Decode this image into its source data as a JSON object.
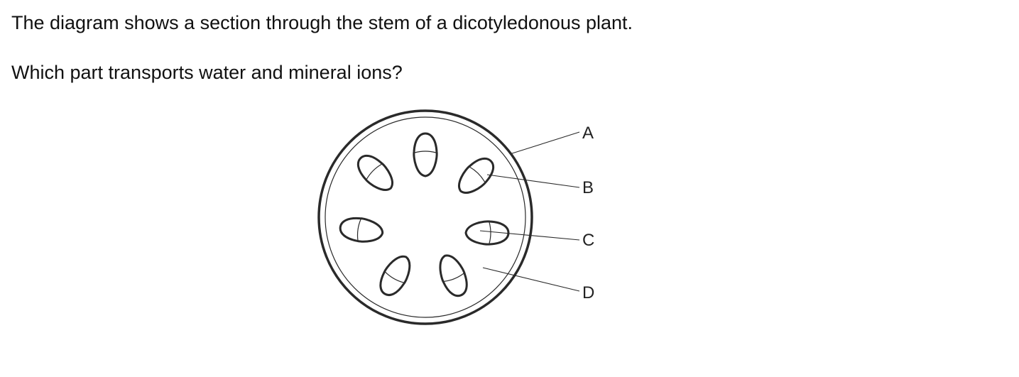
{
  "question": {
    "intro": "The diagram shows a section through the stem of a dicotyledonous plant.",
    "prompt": "Which part transports water and mineral ions?"
  },
  "diagram": {
    "labels": {
      "A": "A",
      "B": "B",
      "C": "C",
      "D": "D"
    }
  }
}
